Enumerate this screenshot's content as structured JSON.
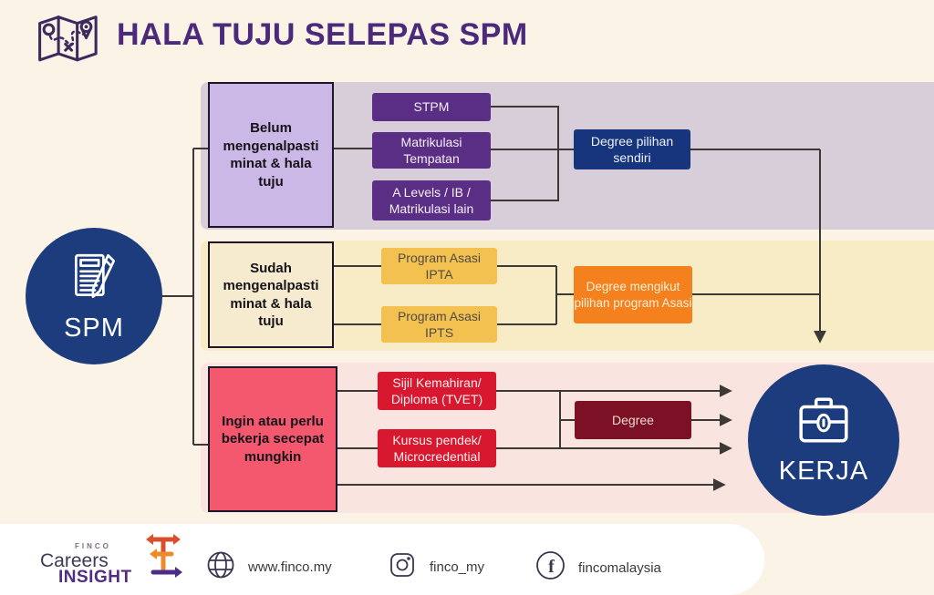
{
  "header": {
    "title": "HALA TUJU SELEPAS SPM"
  },
  "start_node": {
    "label": "SPM",
    "icon": "document-pencil-icon"
  },
  "end_node": {
    "label": "KERJA",
    "icon": "briefcase-icon"
  },
  "paths": [
    {
      "category": "Belum mengenalpasti minat & hala tuju",
      "options": [
        "STPM",
        "Matrikulasi Tempatan",
        "A Levels / IB / Matrikulasi lain"
      ],
      "outcome": "Degree pilihan sendiri"
    },
    {
      "category": "Sudah mengenalpasti minat & hala tuju",
      "options": [
        "Program Asasi IPTA",
        "Program Asasi IPTS"
      ],
      "outcome": "Degree mengikut pilihan program Asasi"
    },
    {
      "category": "Ingin atau perlu bekerja secepat mungkin",
      "options": [
        "Sijil Kemahiran/ Diploma (TVET)",
        "Kursus pendek/ Microcredential"
      ],
      "outcome": "Degree"
    }
  ],
  "footer": {
    "logo": {
      "brand": "FINCO",
      "line1": "Careers",
      "line2": "INSIGHT"
    },
    "links": [
      {
        "icon": "globe-icon",
        "label": "www.finco.my"
      },
      {
        "icon": "instagram-icon",
        "label": "finco_my"
      },
      {
        "icon": "facebook-icon",
        "label": "fincomalaysia"
      }
    ]
  },
  "colors": {
    "background": "#FBF3E6",
    "title": "#4C2A7B",
    "band_purple": "#D8CEDA",
    "band_yellow": "#F8ECC7",
    "band_pink": "#FAE4DF",
    "category_purple": "#CCB8E6",
    "category_cream": "#F6EBCE",
    "category_pink": "#F4586E",
    "option_purple": "#5B2E85",
    "option_amber": "#F2C150",
    "option_red": "#D8182F",
    "outcome_navy": "#16357D",
    "outcome_orange": "#F5811E",
    "outcome_maroon": "#7C1126",
    "node_navy": "#1D3C7D",
    "connector": "#3C3835"
  }
}
